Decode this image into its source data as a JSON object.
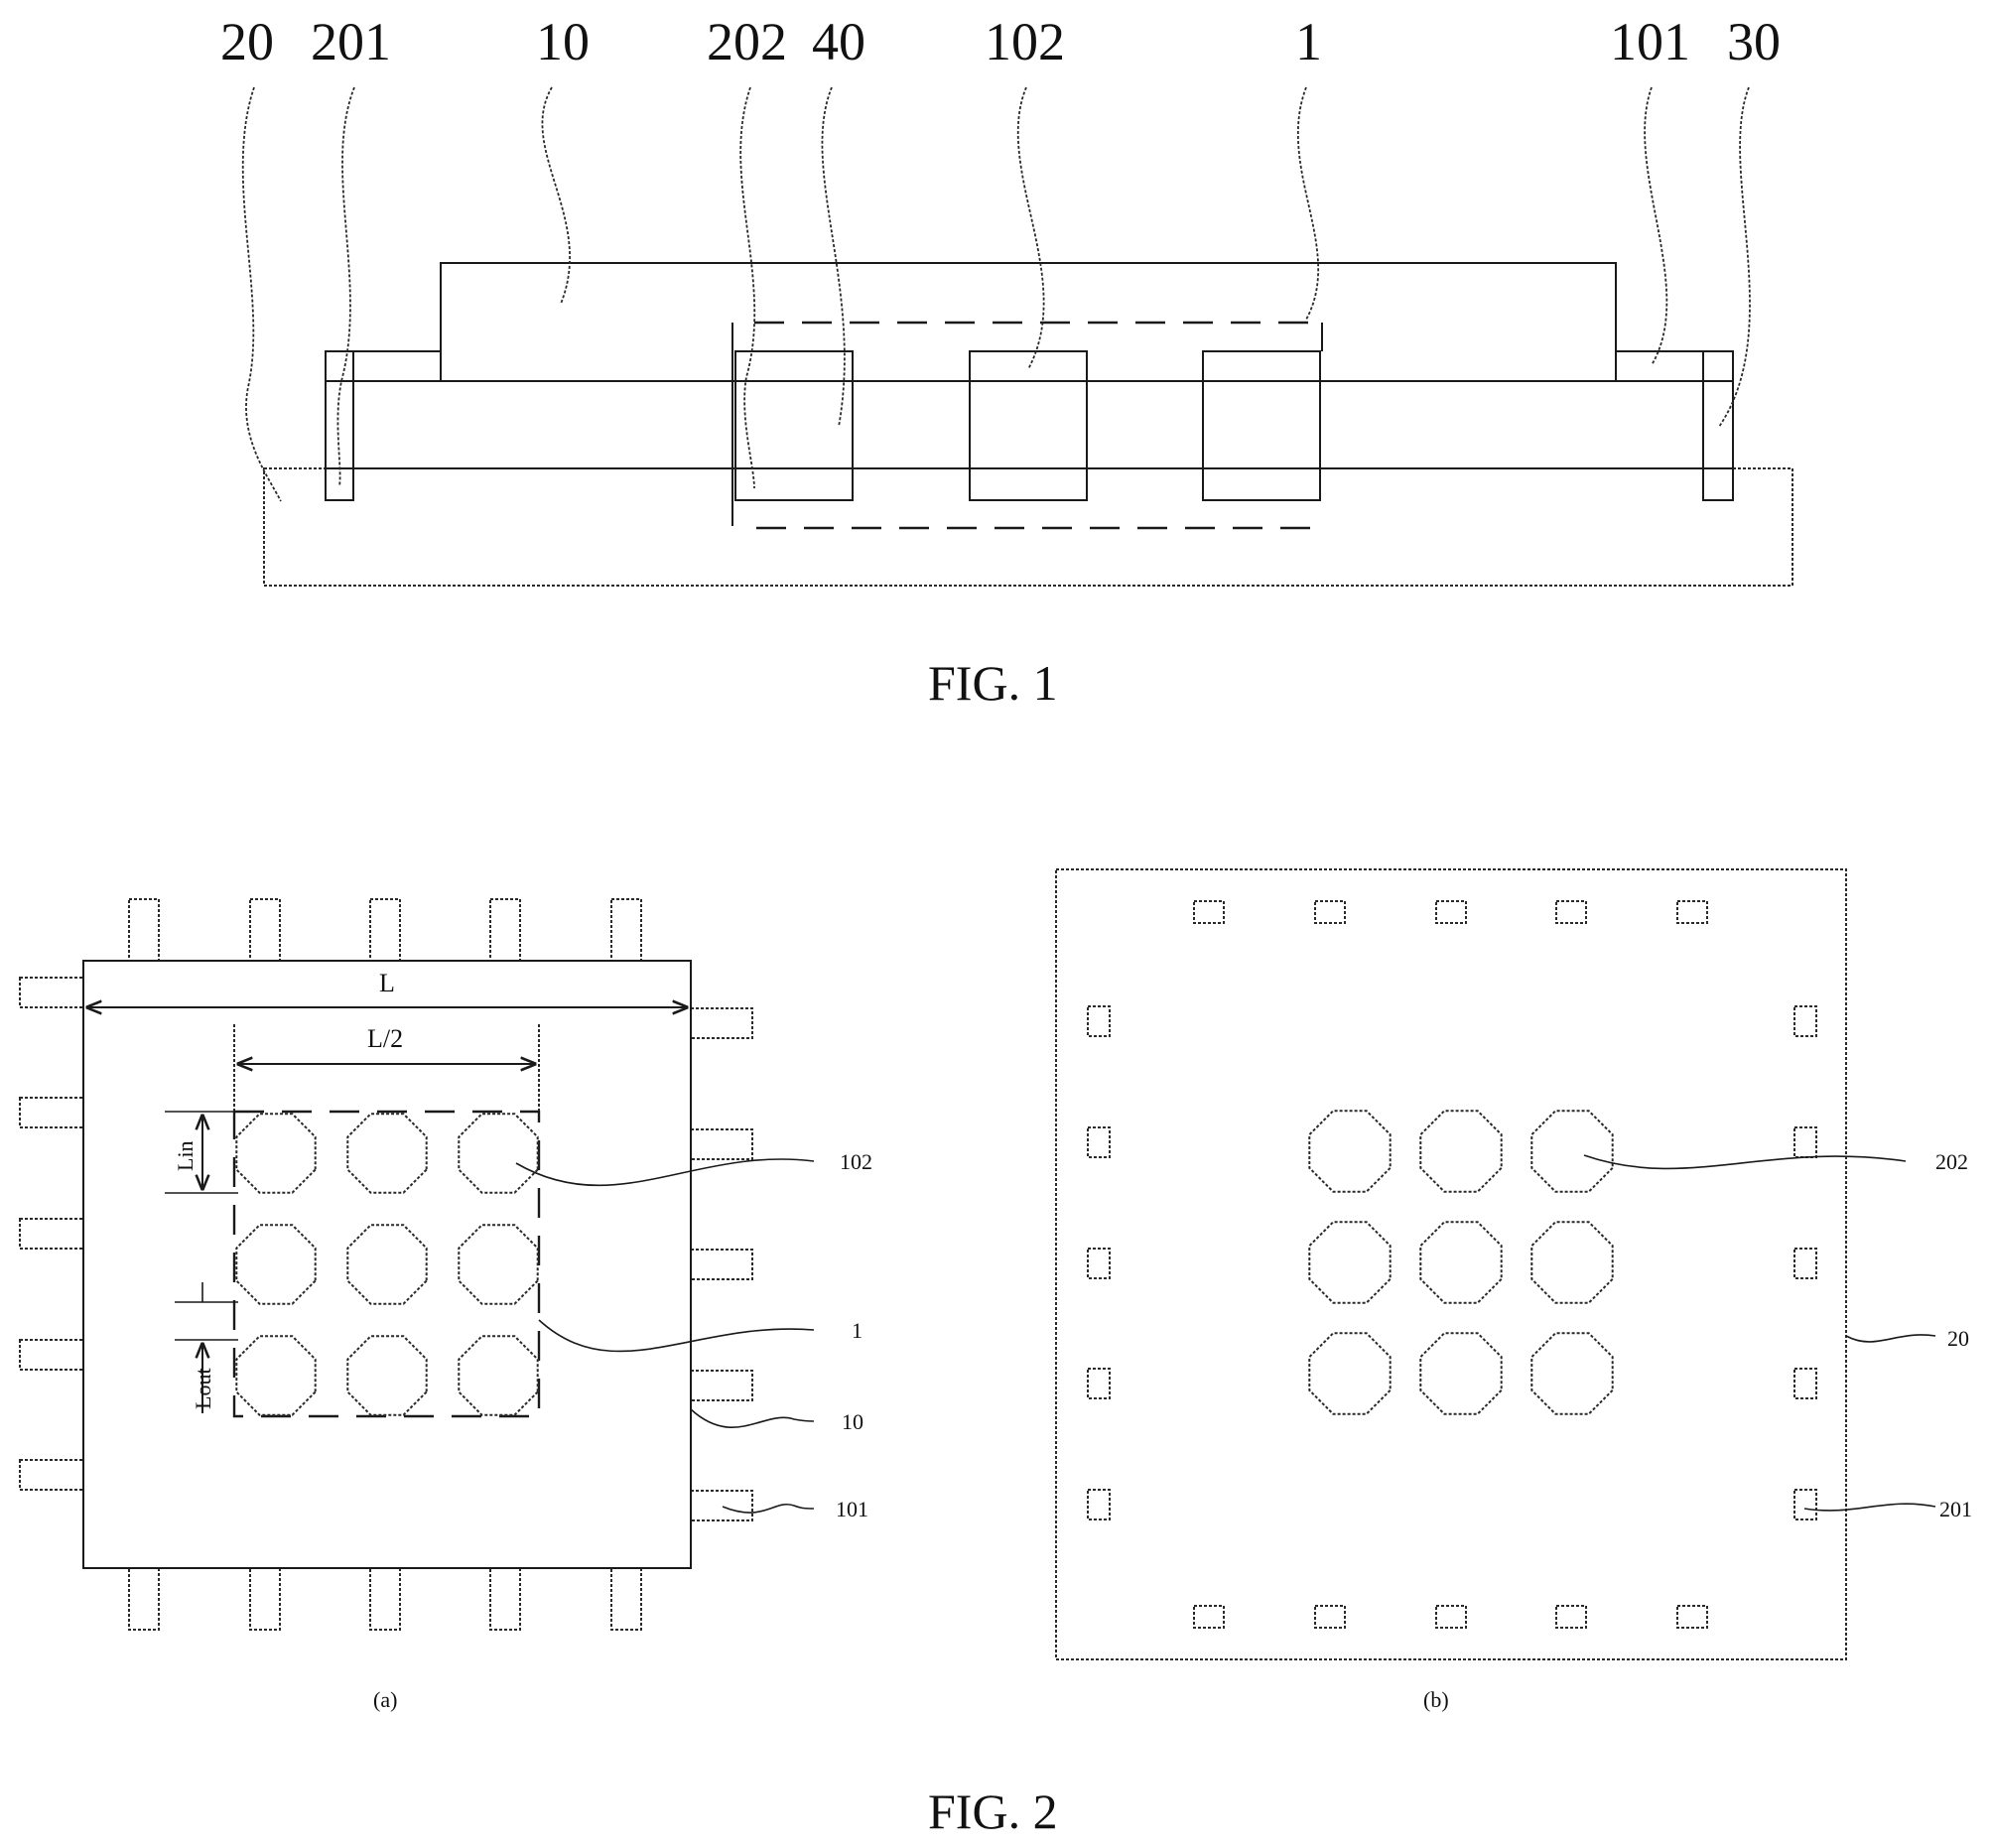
{
  "fig1": {
    "caption": "FIG. 1",
    "labels": {
      "l20": "20",
      "l201": "201",
      "l10": "10",
      "l202": "202",
      "l40": "40",
      "l102": "102",
      "l1": "1",
      "l101": "101",
      "l30": "30"
    }
  },
  "fig2": {
    "caption": "FIG. 2",
    "a": {
      "sublabel": "(a)",
      "dim_L": "L",
      "dim_L2": "L/2",
      "dim_Lin": "Lin",
      "dim_Lout": "Lout",
      "callouts": {
        "c102": "102",
        "c1": "1",
        "c10": "10",
        "c101": "101"
      }
    },
    "b": {
      "sublabel": "(b)",
      "callouts": {
        "c202": "202",
        "c20": "20",
        "c201": "201"
      }
    }
  }
}
